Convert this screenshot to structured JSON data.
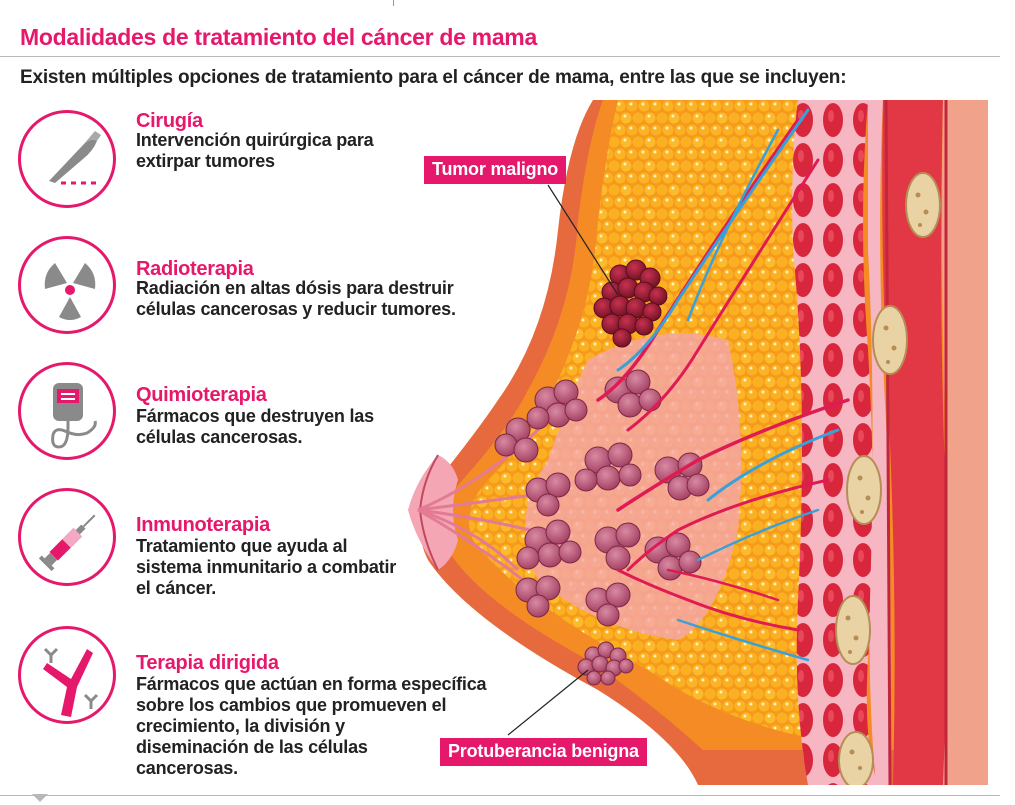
{
  "header": {
    "title": "Modalidades de tratamiento del cáncer de mama",
    "intro": "Existen múltiples opciones de tratamiento para el cáncer de mama, entre las que se incluyen:"
  },
  "treatments": [
    {
      "title": "Cirugía",
      "icon": "scalpel-icon",
      "lines": [
        "Intervención quirúrgica para",
        "extirpar tumores"
      ]
    },
    {
      "title": "Radioterapia",
      "icon": "radiation-icon",
      "lines": [
        "Radiación en altas dósis para destruir",
        "células cancerosas y reducir tumores."
      ]
    },
    {
      "title": "Quimioterapia",
      "icon": "iv-bag-icon",
      "lines": [
        "Fármacos que destruyen las",
        "células cancerosas."
      ]
    },
    {
      "title": "Inmunoterapia",
      "icon": "syringe-icon",
      "lines": [
        "Tratamiento que ayuda al",
        "sistema inmunitario a combatir",
        "el cáncer."
      ]
    },
    {
      "title": "Terapia dirigida",
      "icon": "antibody-icon",
      "lines": [
        "Fármacos que actúan en forma específica",
        "sobre los cambios que promueven el",
        "crecimiento, la división y",
        "diseminación de las células",
        "cancerosas."
      ]
    }
  ],
  "labels": {
    "malignant": "Tumor maligno",
    "benign": "Protuberancia benigna"
  },
  "colors": {
    "accent": "#e6186b",
    "fat": "#f7a21c",
    "tissue": "#f48b24",
    "muscle": "#d8263d",
    "lobule": "#b24b6e",
    "tumor": "#8e1a30",
    "artery": "#e01a52",
    "vein": "#3aa0d8"
  }
}
